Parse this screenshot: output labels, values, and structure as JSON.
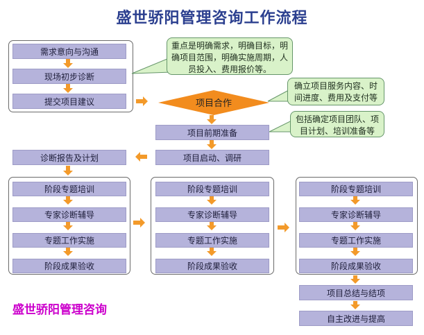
{
  "page": {
    "title": "盛世骄阳管理咨询工作流程",
    "brand": "盛世骄阳管理咨询"
  },
  "flow": {
    "intake": [
      "需求意向与沟通",
      "现场初步诊断",
      "提交项目建议"
    ],
    "cooperation": "项目合作",
    "prep": "项目前期准备",
    "kickoff": "项目启动、调研",
    "report": "诊断报告及计划",
    "stage_steps": [
      "阶段专题培训",
      "专家诊断辅导",
      "专题工作实施",
      "阶段成果验收"
    ],
    "wrapup": [
      "项目总结与结项",
      "自主改进与提高"
    ]
  },
  "callouts": {
    "scope": "重点是明确需求，明确目标，明确项目范围，明确实施周期，人员投入、费用报价等。",
    "service": "确立项目服务内容、时间进度、费用及支付等",
    "team": "包括确定项目团队、项目计划、培训准备等"
  },
  "colors": {
    "box_fill": "#b5b3db",
    "arrow": "#f39a2a",
    "callout_fill": "#d9f2c9",
    "diamond": "#f28c1e",
    "title": "#2b3f8f",
    "brand": "#cc00cc"
  }
}
